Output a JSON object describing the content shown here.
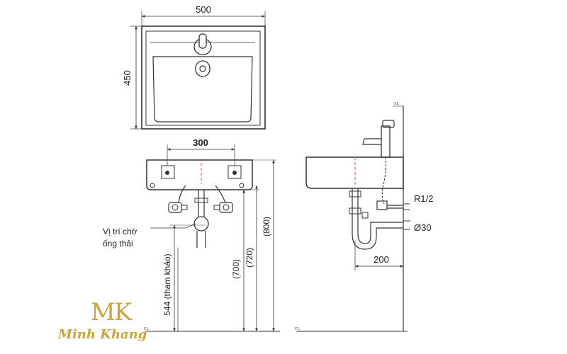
{
  "dimensions": {
    "top_width": "500",
    "top_depth": "450",
    "mount_spacing": "300",
    "drain_height_ref": "544 (tham khảo)",
    "height_700": "(700)",
    "height_720": "(720)",
    "height_800": "(800)",
    "side_outlet": "200",
    "supply_thread": "R1/2",
    "drain_diameter": "Ø30"
  },
  "notes": {
    "drain_position_line1": "Vị trí chờ",
    "drain_position_line2": "ống thải",
    "floor_level": "FL",
    "reference_level": "SL"
  },
  "brand": {
    "monogram": "MK",
    "name": "Minh Khang"
  },
  "colors": {
    "line": "#333333",
    "centerline": "#d9534f",
    "brand_gold": "#c9a640"
  }
}
